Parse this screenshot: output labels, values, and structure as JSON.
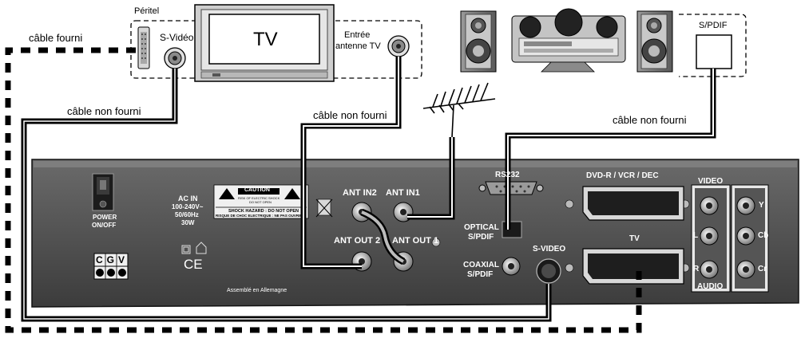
{
  "labels": {
    "peritel": "Péritel",
    "cable_fourni": "câble fourni",
    "s_video_tv": "S-Vidéo",
    "tv": "TV",
    "entree_antenne_line1": "Entrée",
    "entree_antenne_line2": "antenne TV",
    "cable_non_fourni_left": "câble non fourni",
    "cable_non_fourni_mid": "câble non fourni",
    "cable_non_fourni_right": "câble non fourni",
    "spdif_amp": "S/PDIF"
  },
  "panel": {
    "power_line1": "POWER",
    "power_line2": "ON/OFF",
    "ac_line1": "AC IN",
    "ac_line2": "100-240V~",
    "ac_line3": "50/60Hz",
    "ac_line4": "30W",
    "caution_title": "CAUTION",
    "caution_sub1": "RISK OF ELECTRIC SHOCK",
    "caution_sub2": "DO NOT OPEN",
    "shock_line1": "SHOCK HAZARD : DO NOT OPEN",
    "shock_line2": "RISQUE DE CHOC ELECTRIQUE : NE PAS OUVRIR",
    "ant_in2": "ANT IN2",
    "ant_in1": "ANT IN1",
    "ant_out2": "ANT OUT 2",
    "ant_out1": "ANT OUT 1",
    "rs232": "RS232",
    "optical_line1": "OPTICAL",
    "optical_line2": "S/PDIF",
    "coaxial_line1": "COAXIAL",
    "coaxial_line2": "S/PDIF",
    "s_video": "S-VIDEO",
    "scart_top": "DVD-R / VCR / DEC",
    "scart_bottom": "TV",
    "video": "VIDEO",
    "audio": "AUDIO",
    "jack_L": "L",
    "jack_R": "R",
    "jack_Y": "Y",
    "jack_Cb": "Cb",
    "jack_Cr": "Cr",
    "brand": "CGV",
    "ce_mark": "CE",
    "made_in": "Assemblé en Allemagne"
  }
}
